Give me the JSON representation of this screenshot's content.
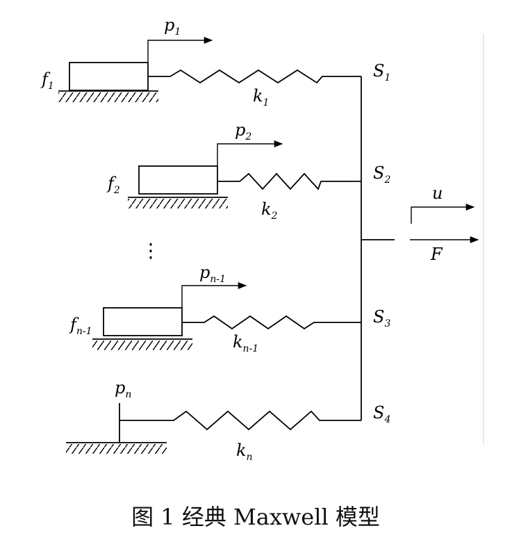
{
  "labels": {
    "f1": {
      "main": "f",
      "sub": "1"
    },
    "f2": {
      "main": "f",
      "sub": "2"
    },
    "fn1": {
      "main": "f",
      "sub": "n-1"
    },
    "p1": {
      "main": "p",
      "sub": "1"
    },
    "p2": {
      "main": "p",
      "sub": "2"
    },
    "pn1": {
      "main": "p",
      "sub": "n-1"
    },
    "pn": {
      "main": "p",
      "sub": "n"
    },
    "k1": {
      "main": "k",
      "sub": "1"
    },
    "k2": {
      "main": "k",
      "sub": "2"
    },
    "kn1": {
      "main": "k",
      "sub": "n-1"
    },
    "kn": {
      "main": "k",
      "sub": "n"
    },
    "S1": {
      "main": "S",
      "sub": "1"
    },
    "S2": {
      "main": "S",
      "sub": "2"
    },
    "S3": {
      "main": "S",
      "sub": "3"
    },
    "S4": {
      "main": "S",
      "sub": "4"
    },
    "u": "u",
    "F": "F",
    "dots": "⋮"
  },
  "caption": "图 1   经典 Maxwell 模型"
}
